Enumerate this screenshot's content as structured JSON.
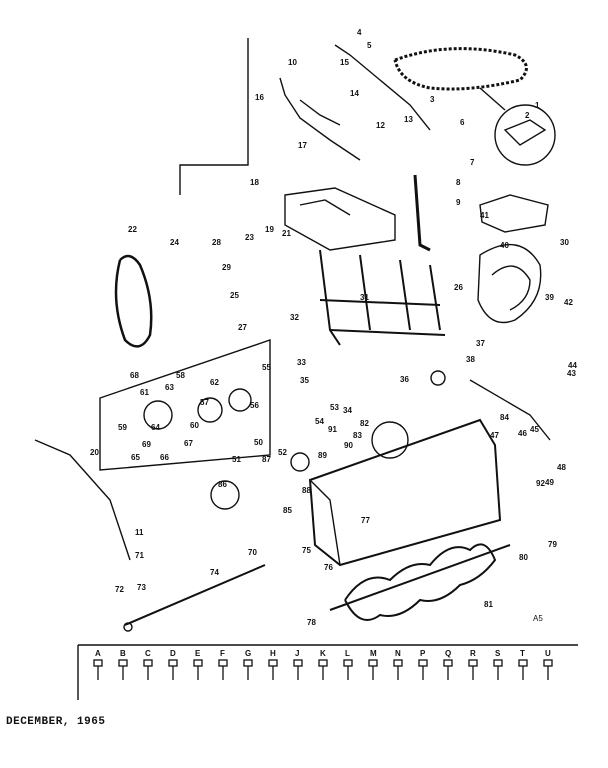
{
  "footer_date": "DECEMBER, 1965",
  "sheet_code": "A5",
  "callout_labels": [
    "4",
    "5",
    "3",
    "1",
    "2",
    "6",
    "7",
    "8",
    "9",
    "10",
    "11",
    "12",
    "13",
    "14",
    "15",
    "16",
    "17",
    "18",
    "19",
    "20",
    "21",
    "22",
    "23",
    "24",
    "25",
    "26",
    "27",
    "28",
    "29",
    "30",
    "31",
    "32",
    "33",
    "34",
    "35",
    "36",
    "37",
    "38",
    "39",
    "40",
    "41",
    "42",
    "43",
    "44",
    "45",
    "46",
    "47",
    "48",
    "49",
    "50",
    "51",
    "52",
    "53",
    "54",
    "55",
    "56",
    "57",
    "58",
    "59",
    "60",
    "61",
    "62",
    "63",
    "64",
    "65",
    "66",
    "67",
    "68",
    "69",
    "70",
    "71",
    "72",
    "73",
    "74",
    "75",
    "76",
    "77",
    "78",
    "79",
    "80",
    "81",
    "82",
    "83",
    "84",
    "85",
    "86",
    "87",
    "88",
    "89",
    "90",
    "91",
    "92"
  ],
  "hardware_letters": [
    "A",
    "B",
    "C",
    "D",
    "E",
    "F",
    "G",
    "H",
    "J",
    "K",
    "L",
    "M",
    "N",
    "P",
    "Q",
    "R",
    "S",
    "T",
    "U"
  ]
}
